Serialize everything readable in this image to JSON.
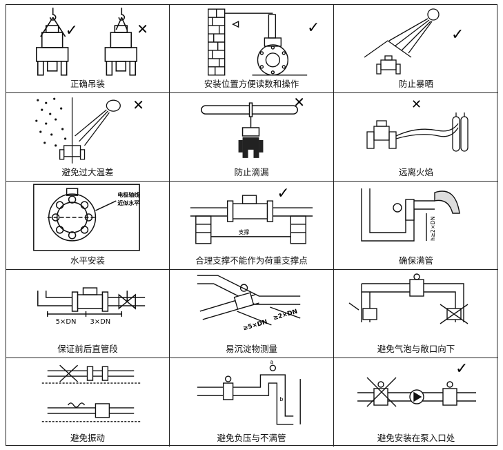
{
  "captions": [
    "正确吊装",
    "安装位置方便读数和操作",
    "防止暴晒",
    "避免过大温差",
    "防止滴漏",
    "远离火焰",
    "水平安装",
    "合理支撑不能作为荷重支撑点",
    "确保满管",
    "保证前后直管段",
    "易沉淀物测量",
    "避免气泡与敞口向下",
    "避免振动",
    "避免负压与不满管",
    "避免安装在泵入口处"
  ],
  "labels": {
    "electrode_axis": "电极轴线",
    "approx_level": "近似水平",
    "support": "支撑",
    "h2dn": "h≥2×DN",
    "upstream": "5×DN",
    "downstream": "3×DN",
    "ge5dn": "≥5×DN",
    "ge2dn": "≥2×DN",
    "point_a": "a",
    "point_b": "b"
  },
  "marks": {
    "check": "✓",
    "cross": "✕"
  },
  "colors": {
    "line": "#111111",
    "fill_dark": "#222222",
    "fill_light": "#ffffff"
  }
}
